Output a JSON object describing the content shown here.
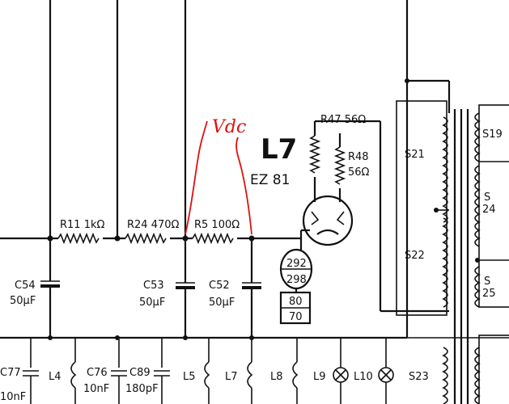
{
  "tube": {
    "name": "L7",
    "type": "EZ 81"
  },
  "resistors": {
    "r11": "R11  1kΩ",
    "r24": "R24 470Ω",
    "r5": "R5  100Ω",
    "r47": "R47 56Ω",
    "r48_name": "R48",
    "r48_value": "56Ω"
  },
  "capacitors": {
    "c54_name": "C54",
    "c54_value": "50µF",
    "c53_name": "C53",
    "c53_value": "50µF",
    "c52_name": "C52",
    "c52_value": "50µF",
    "c77_name": "C77",
    "c77_value": "10nF",
    "c76_name": "C76",
    "c76_value": "10nF",
    "c89_name": "C89",
    "c89_value": "180pF"
  },
  "socket": {
    "top": "292",
    "bottom": "298"
  },
  "box": {
    "top": "80",
    "bottom": "70"
  },
  "transformer": {
    "s21": "S21",
    "s22": "S22",
    "s23": "S23",
    "s19": "S19",
    "s24_a": "S",
    "s24_b": "24",
    "s25_a": "S",
    "s25_b": "25"
  },
  "heaters": {
    "l4": "L4",
    "l5": "L5",
    "l7": "L7",
    "l8": "L8",
    "l9": "L9",
    "l10": "L10"
  },
  "annotation": {
    "text": "Vdc",
    "color": "#d11111"
  }
}
